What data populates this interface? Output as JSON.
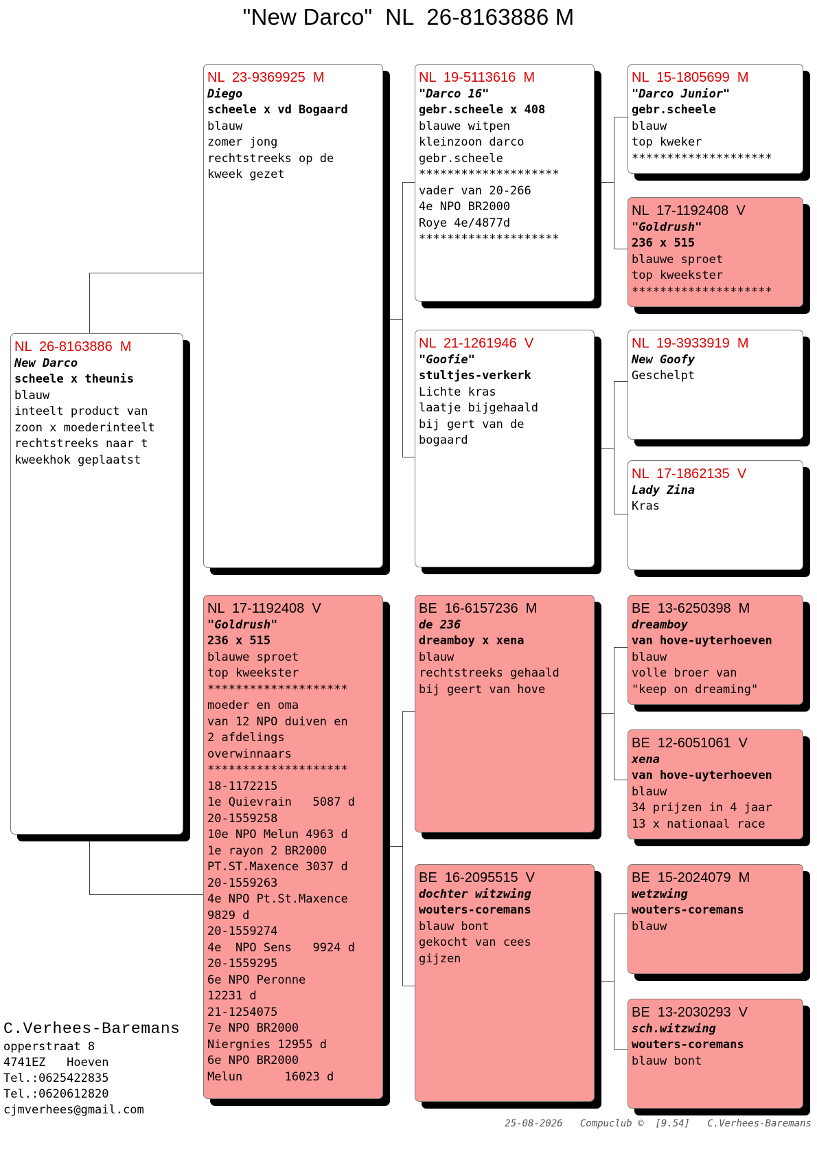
{
  "title": "\"New Darco\"  NL  26-8163886 M",
  "pedigree": {
    "subject": {
      "ring": "NL  26-8163886  M",
      "name": "New Darco",
      "strain": "scheele x theunis",
      "notes": [
        "blauw",
        "inteelt product van",
        "zoon x moederinteelt",
        "rechtstreeks naar t",
        "kweekhok geplaatst"
      ]
    },
    "sire": {
      "ring": "NL  23-9369925  M",
      "name": "Diego",
      "strain": "scheele x vd Bogaard",
      "notes": [
        "blauw",
        "zomer jong",
        "rechtstreeks op de",
        "kweek gezet"
      ]
    },
    "dam": {
      "ring": "NL  17-1192408  V",
      "name": "\"Goldrush\"",
      "strain": "236 x 515",
      "notes": [
        "blauwe sproet",
        "top kweekster",
        "********************",
        "moeder en oma",
        "van 12 NPO duiven en",
        "2 afdelings",
        "overwinnaars",
        "********************",
        "18-1172215",
        "1e Quievrain   5087 d",
        "20-1559258",
        "10e NPO Melun 4963 d",
        "1e rayon 2 BR2000",
        "PT.ST.Maxence 3037 d",
        "20-1559263",
        "4e NPO Pt.St.Maxence",
        "9829 d",
        "20-1559274",
        "4e  NPO Sens   9924 d",
        "20-1559295",
        "6e NPO Peronne",
        "12231 d",
        "21-1254075",
        "7e NPO BR2000",
        "Niergnies 12955 d",
        "6e NPO BR2000",
        "Melun      16023 d"
      ]
    },
    "ss": {
      "ring": "NL  19-5113616  M",
      "name": "\"Darco 16\"",
      "strain": "gebr.scheele x 408",
      "notes": [
        "blauwe witpen",
        "kleinzoon darco",
        "gebr.scheele",
        "********************",
        "vader van 20-266",
        "4e NPO BR2000",
        "Roye 4e/4877d",
        "********************"
      ]
    },
    "sd": {
      "ring": "NL  21-1261946  V",
      "name": "\"Goofie\"",
      "strain": "stultjes-verkerk",
      "notes": [
        "Lichte kras",
        "laatje bijgehaald",
        "bij gert van de",
        "bogaard"
      ]
    },
    "ds": {
      "ring": "BE  16-6157236  M",
      "name": "de 236",
      "strain": "dreamboy x xena",
      "notes": [
        "blauw",
        "rechtstreeks gehaald",
        "bij geert van hove"
      ]
    },
    "dd": {
      "ring": "BE  16-2095515  V",
      "name": "dochter witzwing",
      "strain": "wouters-coremans",
      "notes": [
        "blauw bont",
        "gekocht van cees",
        "gijzen"
      ]
    },
    "sss": {
      "ring": "NL  15-1805699  M",
      "name": "\"Darco Junior\"",
      "strain": "gebr.scheele",
      "notes": [
        "blauw",
        "top kweker",
        "********************"
      ]
    },
    "ssd": {
      "ring": "NL  17-1192408  V",
      "name": "\"Goldrush\"",
      "strain": "236 x 515",
      "notes": [
        "blauwe sproet",
        "top kweekster",
        "********************"
      ]
    },
    "sds": {
      "ring": "NL  19-3933919  M",
      "name": "New Goofy",
      "strain": "",
      "notes": [
        "Geschelpt"
      ]
    },
    "sdd": {
      "ring": "NL  17-1862135  V",
      "name": "Lady Zina",
      "strain": "",
      "notes": [
        "Kras"
      ]
    },
    "dss": {
      "ring": "BE  13-6250398  M",
      "name": "dreamboy",
      "strain": "van hove-uyterhoeven",
      "notes": [
        "blauw",
        "volle broer van",
        "\"keep on dreaming\""
      ]
    },
    "dsd": {
      "ring": "BE  12-6051061  V",
      "name": "xena",
      "strain": "van hove-uyterhoeven",
      "notes": [
        "blauw",
        "34 prijzen in 4 jaar",
        "13 x nationaal race"
      ]
    },
    "dds": {
      "ring": "BE  15-2024079  M",
      "name": "wetzwing",
      "strain": "wouters-coremans",
      "notes": [
        "blauw"
      ]
    },
    "ddd": {
      "ring": "BE  13-2030293  V",
      "name": "sch.witzwing",
      "strain": "wouters-coremans",
      "notes": [
        "blauw bont"
      ]
    }
  },
  "colors": {
    "ring_highlight": "#e00000",
    "female_fill": "#fb9b99",
    "male_fill": "#ffffff",
    "shadow": "#000000"
  },
  "owner": {
    "name": "C.Verhees-Baremans",
    "street": "opperstraat 8",
    "city": "4741EZ   Hoeven",
    "phone1": "Tel.:0625422835",
    "phone2": "Tel.:0620612820",
    "email": "cjmverhees@gmail.com"
  },
  "footer": "25-08-2026   Compuclub ©  [9.54]   C.Verhees-Baremans"
}
